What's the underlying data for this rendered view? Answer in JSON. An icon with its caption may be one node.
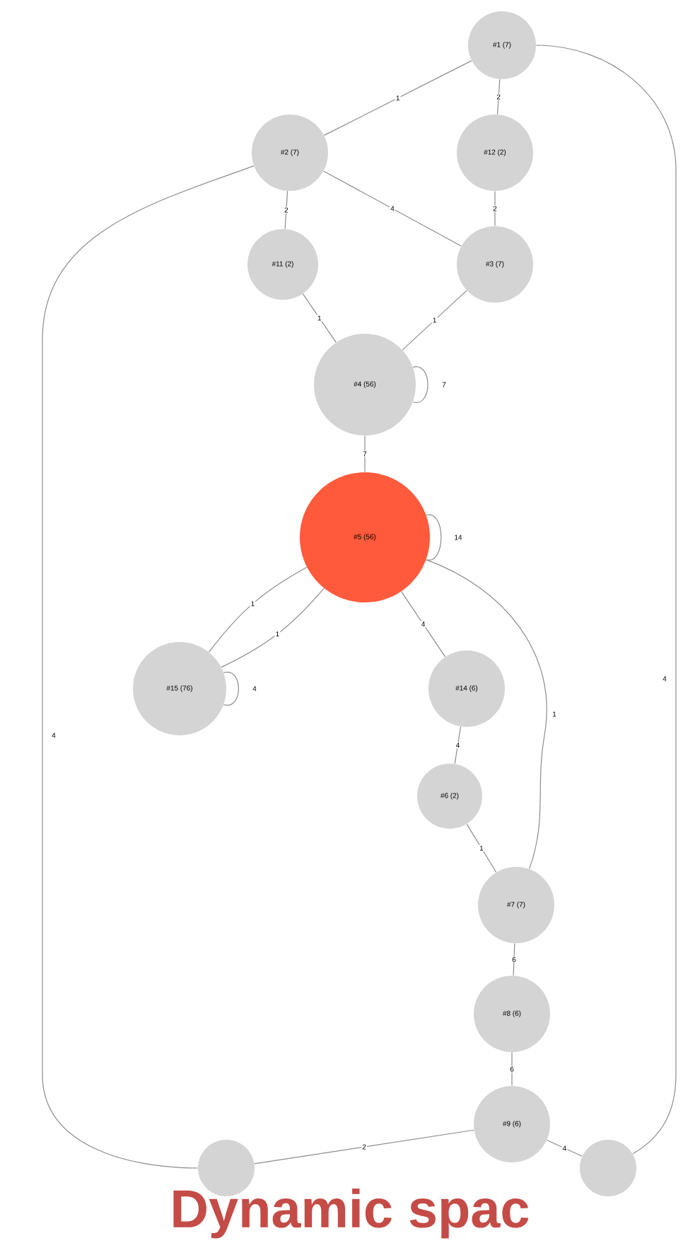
{
  "diagram": {
    "title": "Dynamic spac",
    "nodes": [
      {
        "text": [
          "#1 (7)"
        ]
      },
      {
        "text": [
          "#2 (7)"
        ]
      },
      {
        "text": [
          "#12 (2)"
        ]
      },
      {
        "text": [
          "#11 (2)"
        ]
      },
      {
        "text": [
          "#3 (7)"
        ]
      },
      {
        "text": [
          "#4 (56)"
        ]
      },
      {
        "text": [
          "#5 (56)"
        ]
      },
      {
        "text": [
          "#15 (76)"
        ]
      },
      {
        "text": [
          "#14 (6)"
        ]
      },
      {
        "text": [
          "#6 (2)"
        ]
      },
      {
        "text": [
          "#7 (7)"
        ]
      },
      {
        "text": [
          "#8 (6)"
        ]
      },
      {
        "text": [
          "#9 (6)"
        ]
      },
      {
        "text": [],
        "shape": "circle"
      },
      {
        "text": [],
        "shape": "circle"
      }
    ],
    "edges": [
      {
        "from": 0,
        "to": 1,
        "arrow": "none",
        "label": "1"
      },
      {
        "from": 0,
        "to": 2,
        "arrow": "none",
        "label": "2"
      },
      {
        "from": 1,
        "to": 3,
        "arrow": "none",
        "label": "2"
      },
      {
        "from": 1,
        "to": 4,
        "arrow": "none",
        "label": "4"
      },
      {
        "from": 2,
        "to": 4,
        "arrow": "none",
        "label": "2"
      },
      {
        "from": 3,
        "to": 5,
        "arrow": "none",
        "label": "1"
      },
      {
        "from": 4,
        "to": 5,
        "arrow": "none",
        "label": "1"
      },
      {
        "from": 5,
        "to": 5,
        "arrow": "none",
        "label": "7"
      },
      {
        "from": 5,
        "to": 6,
        "arrow": "none",
        "label": "7"
      },
      {
        "from": 6,
        "to": 6,
        "arrow": "none",
        "label": "14"
      },
      {
        "from": 6,
        "to": 7,
        "arrow": "none",
        "label": "1"
      },
      {
        "from": 7,
        "to": 6,
        "arrow": "none",
        "label": "1"
      },
      {
        "from": 7,
        "to": 7,
        "arrow": "none",
        "label": "4"
      },
      {
        "from": 6,
        "to": 8,
        "arrow": "none",
        "label": "4"
      },
      {
        "from": 6,
        "to": 10,
        "arrow": "none",
        "label": "1"
      },
      {
        "from": 8,
        "to": 9,
        "arrow": "none",
        "label": "4"
      },
      {
        "from": 9,
        "to": 10,
        "arrow": "none",
        "label": "1"
      },
      {
        "from": 10,
        "to": 11,
        "arrow": "none",
        "label": "6"
      },
      {
        "from": 11,
        "to": 12,
        "arrow": "none",
        "label": "6"
      },
      {
        "from": 12,
        "to": 13,
        "arrow": "none",
        "label": "2"
      },
      {
        "from": 12,
        "to": 14,
        "arrow": "none",
        "label": "4"
      },
      {
        "from": 1,
        "to": 13,
        "arrow": "none",
        "label": "4"
      },
      {
        "from": 0,
        "to": 14,
        "arrow": "none",
        "label": "4"
      }
    ]
  }
}
